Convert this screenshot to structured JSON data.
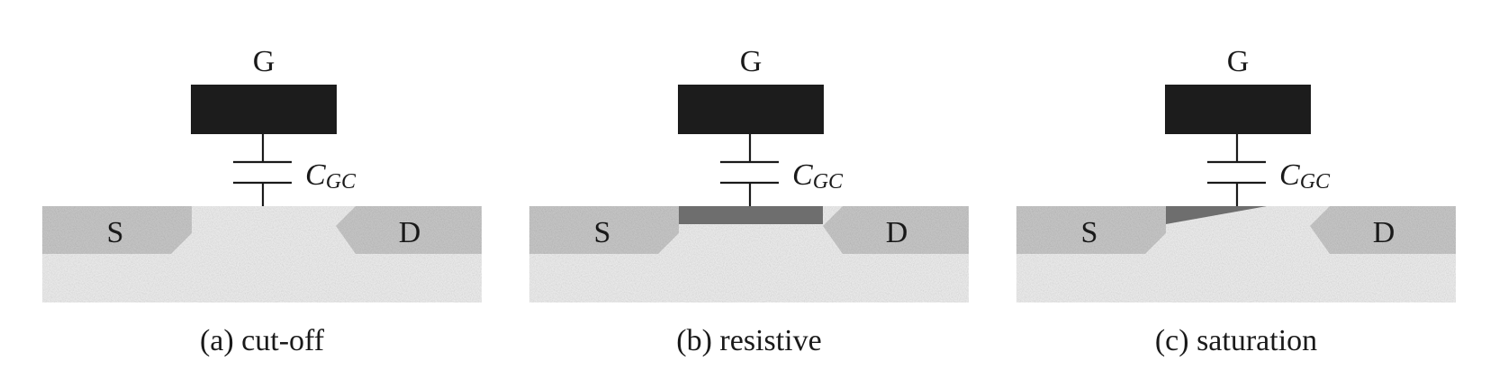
{
  "colors": {
    "gate": "#1c1c1c",
    "substrate": "#e9e9e9",
    "doped_region": "#c4c4c4",
    "channel": "#6e6e6e",
    "wire": "#1a1a1a"
  },
  "panels": [
    {
      "mode": "cut-off",
      "gate_label": "G",
      "source_label": "S",
      "drain_label": "D",
      "cap_label_main": "C",
      "cap_label_sub": "GC",
      "caption": "(a) cut-off",
      "channel": "none"
    },
    {
      "mode": "resistive",
      "gate_label": "G",
      "source_label": "S",
      "drain_label": "D",
      "cap_label_main": "C",
      "cap_label_sub": "GC",
      "caption": "(b) resistive",
      "channel": "uniform"
    },
    {
      "mode": "saturation",
      "gate_label": "G",
      "source_label": "S",
      "drain_label": "D",
      "cap_label_main": "C",
      "cap_label_sub": "GC",
      "caption": "(c) saturation",
      "channel": "pinched"
    }
  ]
}
